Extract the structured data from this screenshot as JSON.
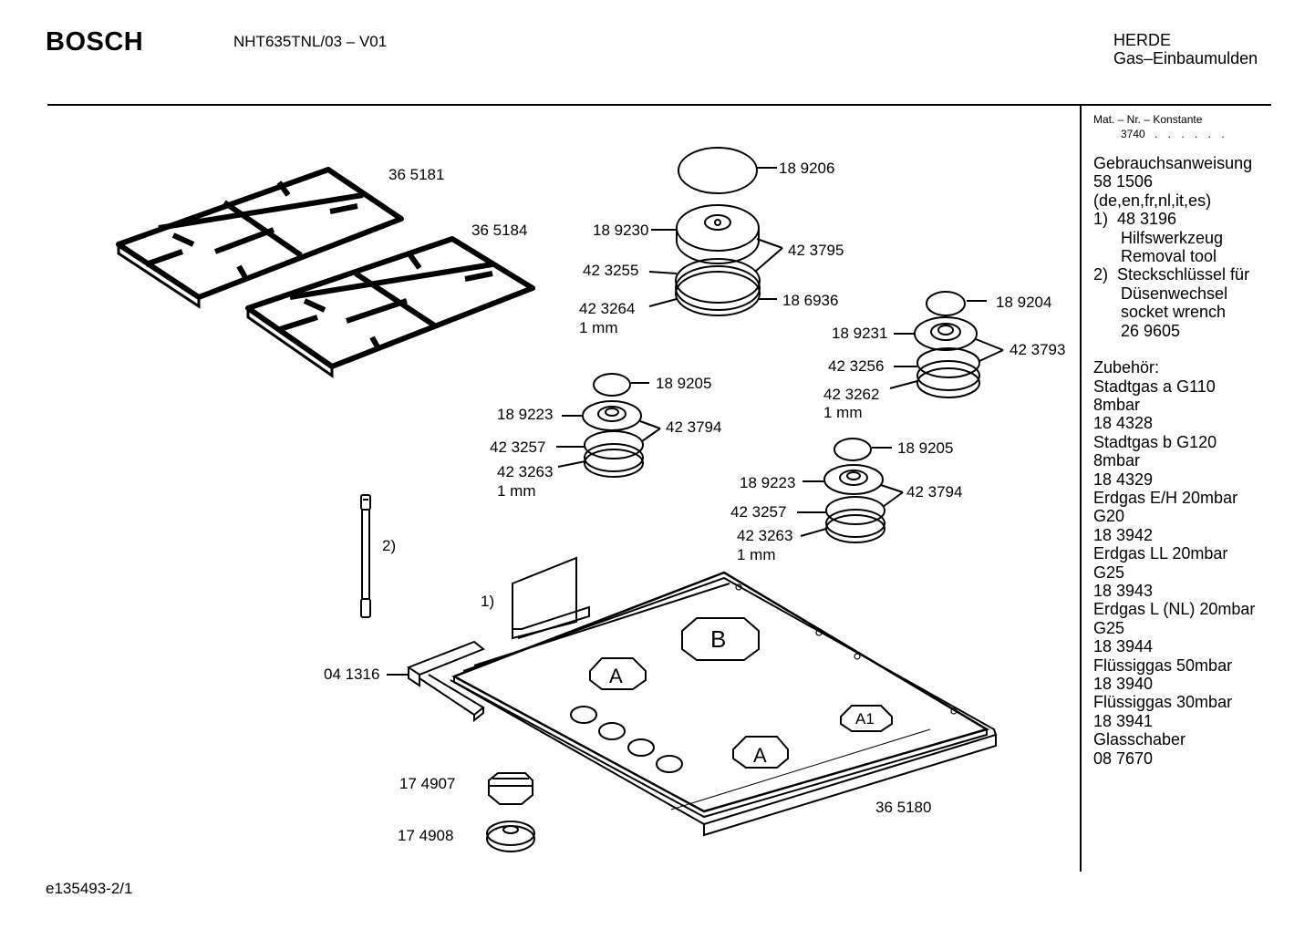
{
  "header": {
    "brand": "BOSCH",
    "model": "NHT635TNL/03 – V01",
    "category_line1": "HERDE",
    "category_line2": "Gas–Einbaumulden"
  },
  "sidebar": {
    "mat_header": "Mat. – Nr. – Konstante",
    "mat_value": "3740",
    "mat_dots": ". . . . . .",
    "lines": [
      "Gebrauchsanweisung",
      "58 1506",
      "(de,en,fr,nl,it,es)",
      "1)  48 3196",
      "      Hilfswerkzeug",
      "      Removal tool",
      "2)  Steckschlüssel für",
      "      Düsenwechsel",
      "      socket wrench",
      "      26 9605",
      "",
      "Zubehör:",
      "Stadtgas a G110",
      "8mbar",
      "18 4328",
      "Stadtgas b G120",
      "8mbar",
      "18 4329",
      "Erdgas E/H 20mbar",
      "G20",
      "18 3942",
      "Erdgas LL 20mbar",
      "G25",
      "18 3943",
      "Erdgas L (NL) 20mbar",
      "G25",
      "18 3944",
      "Flüssiggas 50mbar",
      "18 3940",
      "Flüssiggas 30mbar",
      "18 3941",
      "Glasschaber",
      "08 7670"
    ]
  },
  "parts": {
    "grate_left": "36 5181",
    "grate_right": "36 5184",
    "big_cap": "18 9206",
    "big_head": "18 9230",
    "big_ring_pair": "42 3795",
    "big_seal": "42 3255",
    "big_ring_lower": "18 6936",
    "big_gasket": "42 3264",
    "big_gasket_size": "1 mm",
    "med_cap": "18 9204",
    "med_head": "18 9231",
    "med_ring_pair": "42 3793",
    "med_seal": "42 3256",
    "med_gasket": "42 3262",
    "med_gasket_size": "1 mm",
    "small1_cap": "18 9205",
    "small1_head": "18 9223",
    "small1_ring_pair": "42 3794",
    "small1_seal": "42 3257",
    "small1_gasket": "42 3263",
    "small1_gasket_size": "1 mm",
    "small2_cap": "18 9205",
    "small2_head": "18 9223",
    "small2_ring_pair": "42 3794",
    "small2_seal": "42 3257",
    "small2_gasket": "42 3263",
    "small2_gasket_size": "1 mm",
    "socket_wrench_marker": "2)",
    "removal_tool_marker": "1)",
    "seal_strip": "04 1316",
    "knob": "17 4907",
    "knob_cap": "17 4908",
    "hob": "36 5180",
    "burner_label_b": "B",
    "burner_label_a": "A",
    "burner_label_a1": "A1"
  },
  "footer": {
    "doc_id": "e135493-2/1"
  }
}
